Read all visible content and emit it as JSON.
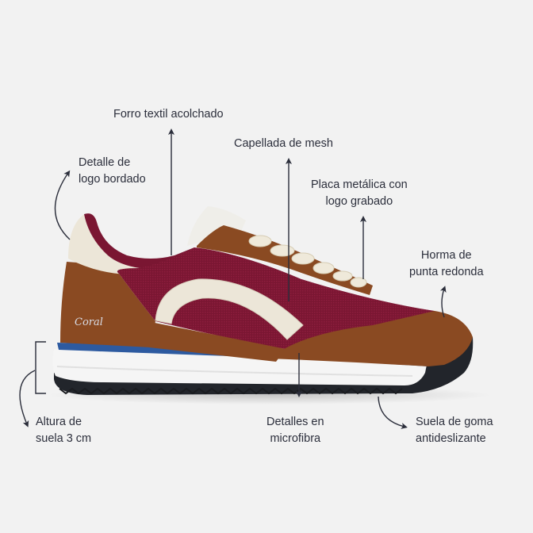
{
  "product": {
    "brand_logo": "Coral",
    "colors": {
      "background": "#f2f2f2",
      "annotation": "#2b2e3b",
      "suede_brown": "#8a4a22",
      "mesh_burgundy": "#7a1632",
      "cream": "#ece6d8",
      "blue_stripe": "#2d5aa0",
      "midsole_white": "#f4f4f4",
      "outsole_black": "#22252b"
    }
  },
  "annotations": [
    {
      "id": "forro",
      "lines": [
        "Forro textil acolchado"
      ]
    },
    {
      "id": "logo-bordado",
      "lines": [
        "Detalle de",
        "logo bordado"
      ]
    },
    {
      "id": "capellada",
      "lines": [
        "Capellada de mesh"
      ]
    },
    {
      "id": "placa",
      "lines": [
        "Placa metálica con",
        "logo grabado"
      ]
    },
    {
      "id": "horma",
      "lines": [
        "Horma de",
        "punta redonda"
      ]
    },
    {
      "id": "altura",
      "lines": [
        "Altura de",
        "suela 3 cm"
      ]
    },
    {
      "id": "microfibra",
      "lines": [
        "Detalles en",
        "microfibra"
      ]
    },
    {
      "id": "suela",
      "lines": [
        "Suela de goma",
        "antideslizante"
      ]
    }
  ]
}
